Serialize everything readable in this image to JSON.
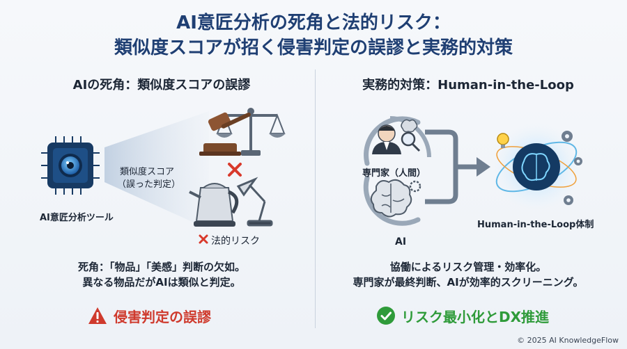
{
  "title": {
    "line1": "AI意匠分析の死角と法的リスク：",
    "line2": "類似度スコアが招く侵害判定の誤謬と実務的対策"
  },
  "left": {
    "heading": "AIの死角：類似度スコアの誤謬",
    "tool_label": "AI意匠分析ツール",
    "score_label_line1": "類似度スコア",
    "score_label_line2": "（誤った判定）",
    "risk_label": "法的リスク",
    "desc_line1": "死角：「物品」「美感」判断の欠如。",
    "desc_line2": "異なる物品だがAIは類似と判定。",
    "result_label": "侵害判定の誤謬"
  },
  "right": {
    "heading": "実務的対策：Human-in-the-Loop",
    "expert_label": "専門家（人間）",
    "ai_label": "AI",
    "system_label": "Human-in-the-Loop体制",
    "desc_line1": "協働によるリスク管理・効率化。",
    "desc_line2": "専門家が最終判断、AIが効率的スクリーニング。",
    "result_label": "リスク最小化とDX推進"
  },
  "footer": "© 2025 AI KnowledgeFlow",
  "colors": {
    "title": "#1f3f73",
    "danger": "#cf3a2d",
    "success": "#2f9b3a",
    "accent_blue": "#2d6fb5",
    "chip_dark": "#173a63"
  }
}
